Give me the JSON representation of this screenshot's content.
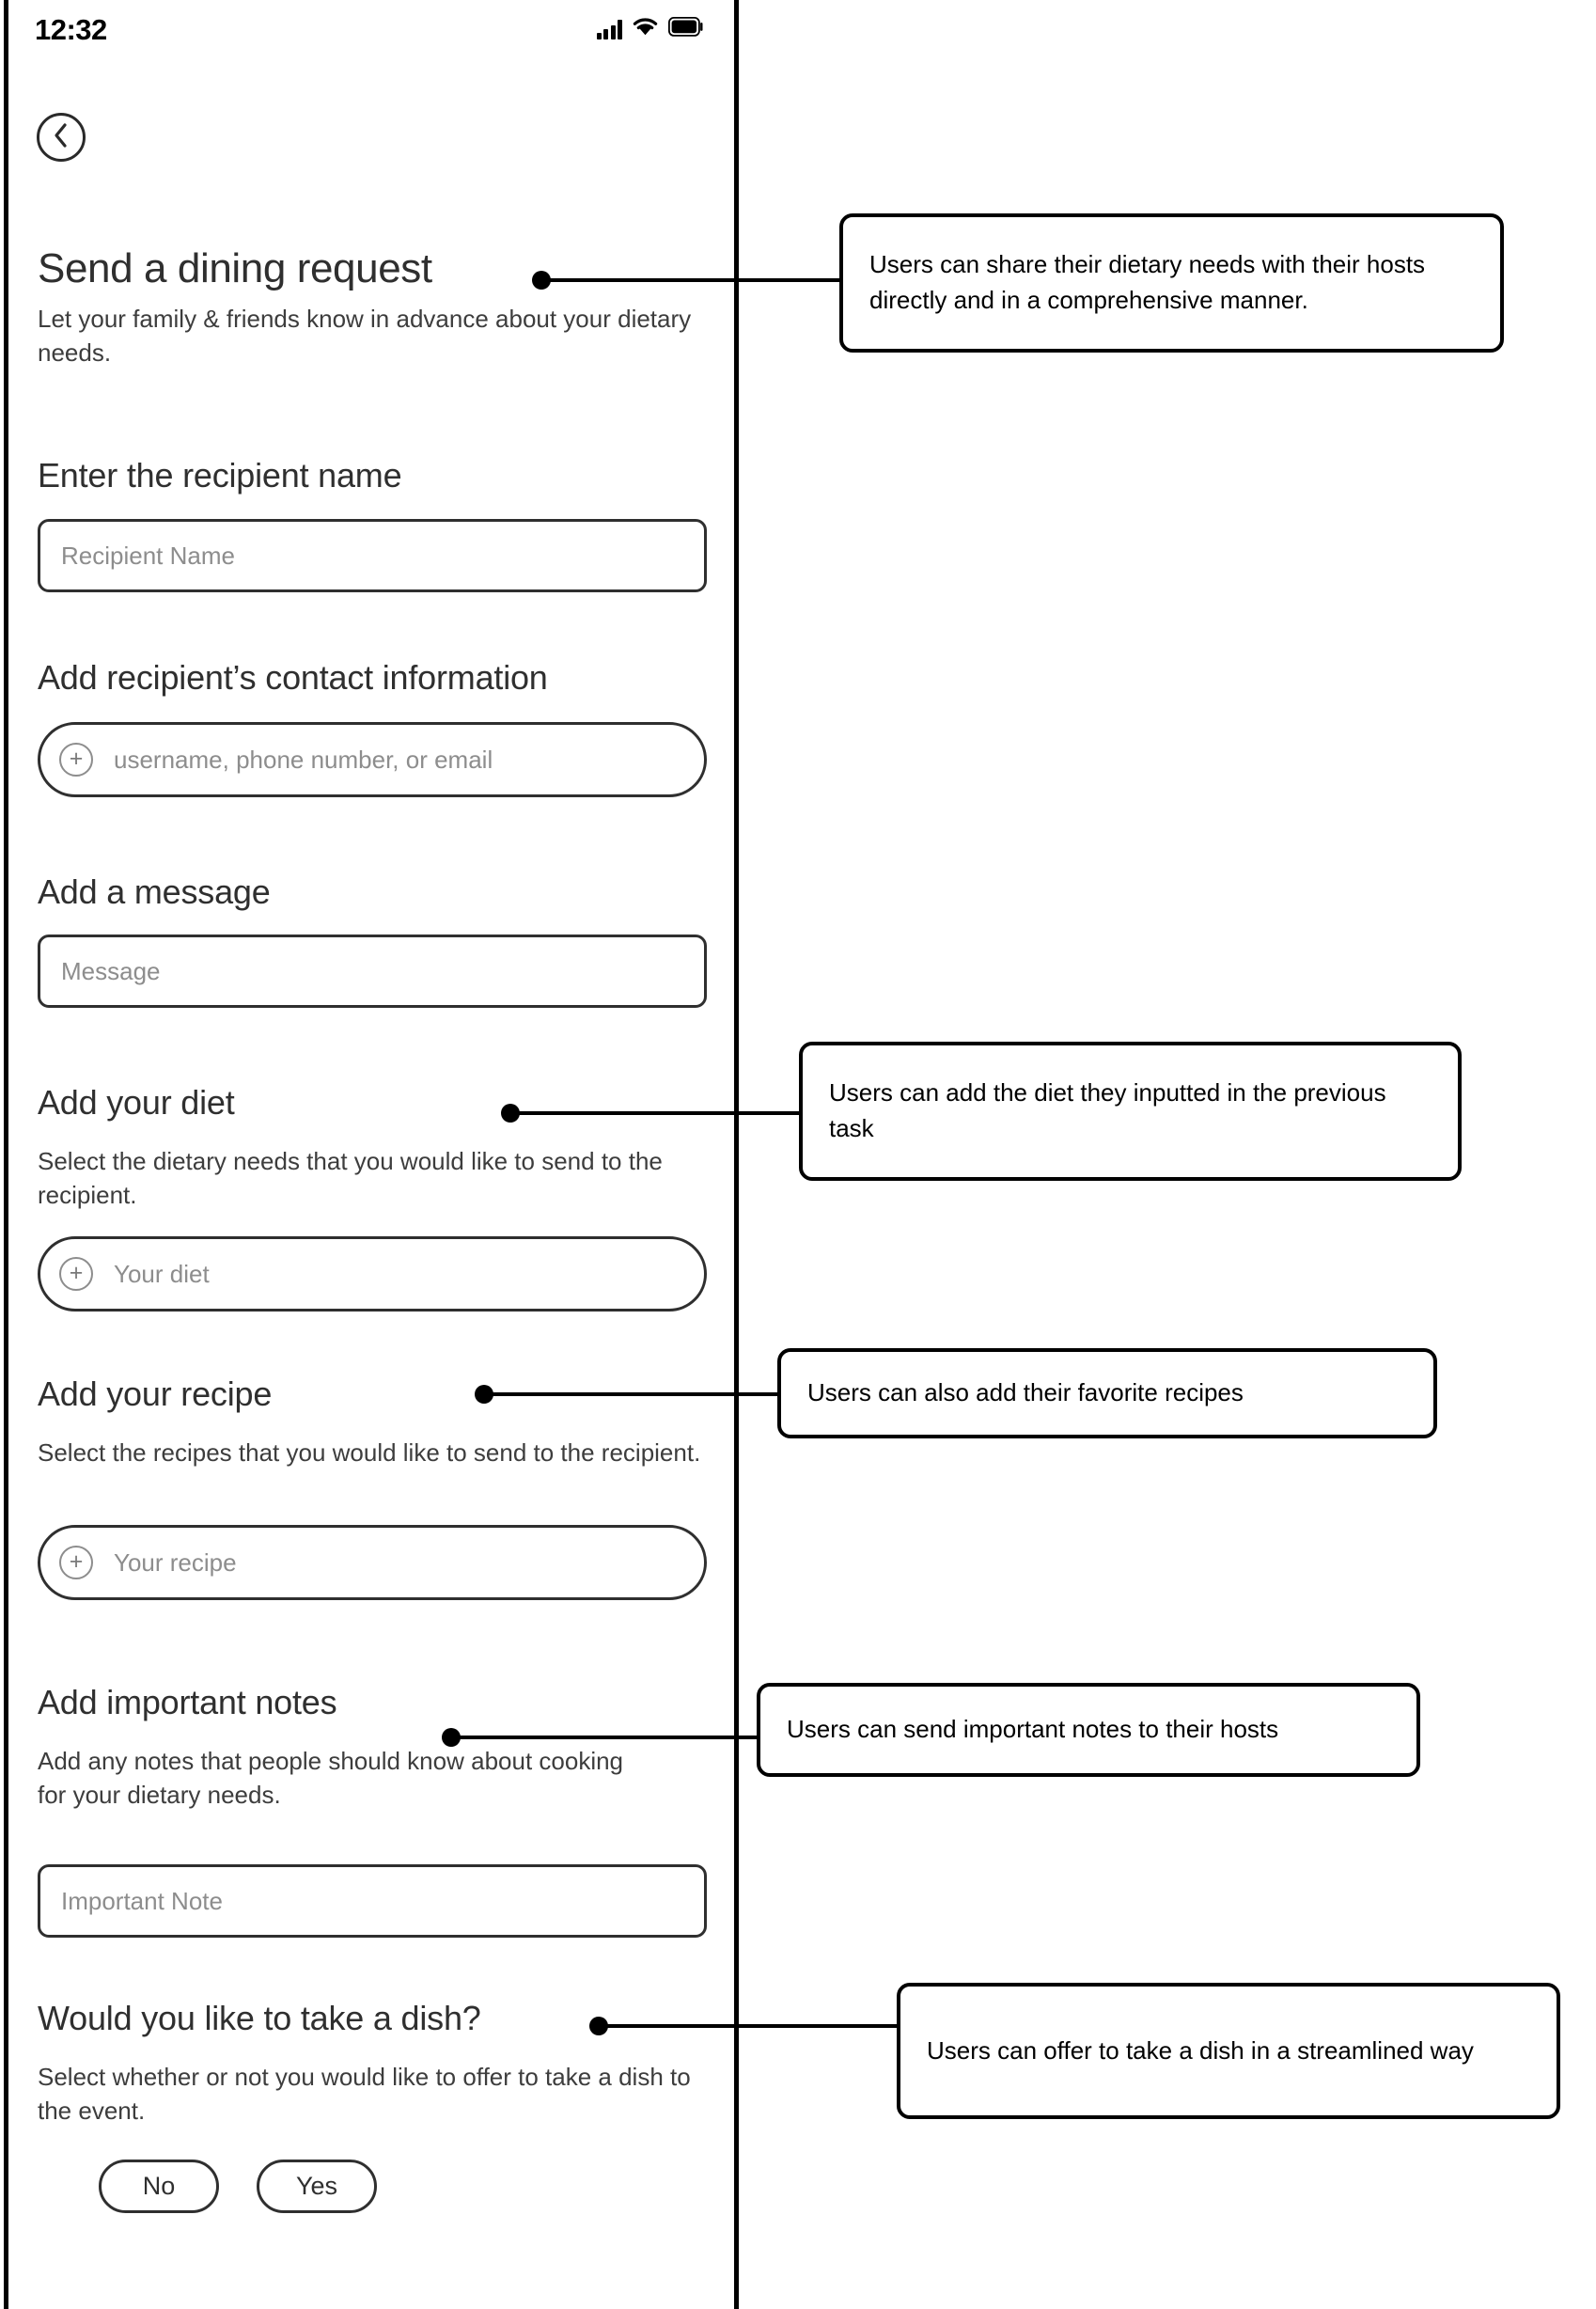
{
  "status_bar": {
    "time": "12:32",
    "signal_icon": "cellular-signal-icon",
    "wifi_icon": "wifi-icon",
    "battery_icon": "battery-icon"
  },
  "nav": {
    "back_icon": "chevron-left-icon"
  },
  "screen": {
    "title": "Send a dining request",
    "subtitle": "Let your family & friends know in advance about your dietary needs.",
    "sections": [
      {
        "heading": "Enter the recipient name",
        "placeholder": "Recipient Name",
        "field_type": "rect"
      },
      {
        "heading": "Add recipient’s contact information",
        "placeholder": "username, phone number, or email",
        "field_type": "pill",
        "icon": "plus-circle-icon"
      },
      {
        "heading": "Add a message",
        "placeholder": "Message",
        "field_type": "rect"
      },
      {
        "heading": "Add your diet",
        "description": "Select the dietary needs that you would like to send to the recipient.",
        "placeholder": "Your diet",
        "field_type": "pill",
        "icon": "plus-circle-icon"
      },
      {
        "heading": "Add your recipe",
        "description": "Select the recipes that you would like to send to the recipient.",
        "placeholder": "Your recipe",
        "field_type": "pill",
        "icon": "plus-circle-icon"
      },
      {
        "heading": "Add important notes",
        "description": "Add any notes that people should know about cooking for your dietary needs.",
        "placeholder": "Important Note",
        "field_type": "rect"
      },
      {
        "heading": "Would you like to take a dish?",
        "description": "Select whether or not you would like to offer to take a dish to the event.",
        "field_type": "choice",
        "options": [
          "No",
          "Yes"
        ]
      }
    ]
  },
  "annotations": [
    {
      "text": "Users can share their dietary needs with their hosts directly and in a comprehensive manner."
    },
    {
      "text": "Users can add the diet they inputted in the previous task"
    },
    {
      "text": "Users can also add their favorite recipes"
    },
    {
      "text": "Users can send important notes to their hosts"
    },
    {
      "text": "Users can offer to take a dish in a streamlined way"
    }
  ],
  "colors": {
    "frame": "#000000",
    "text_primary": "#2f2f2f",
    "text_placeholder": "#8d8d8d",
    "callout_border": "#000000"
  }
}
